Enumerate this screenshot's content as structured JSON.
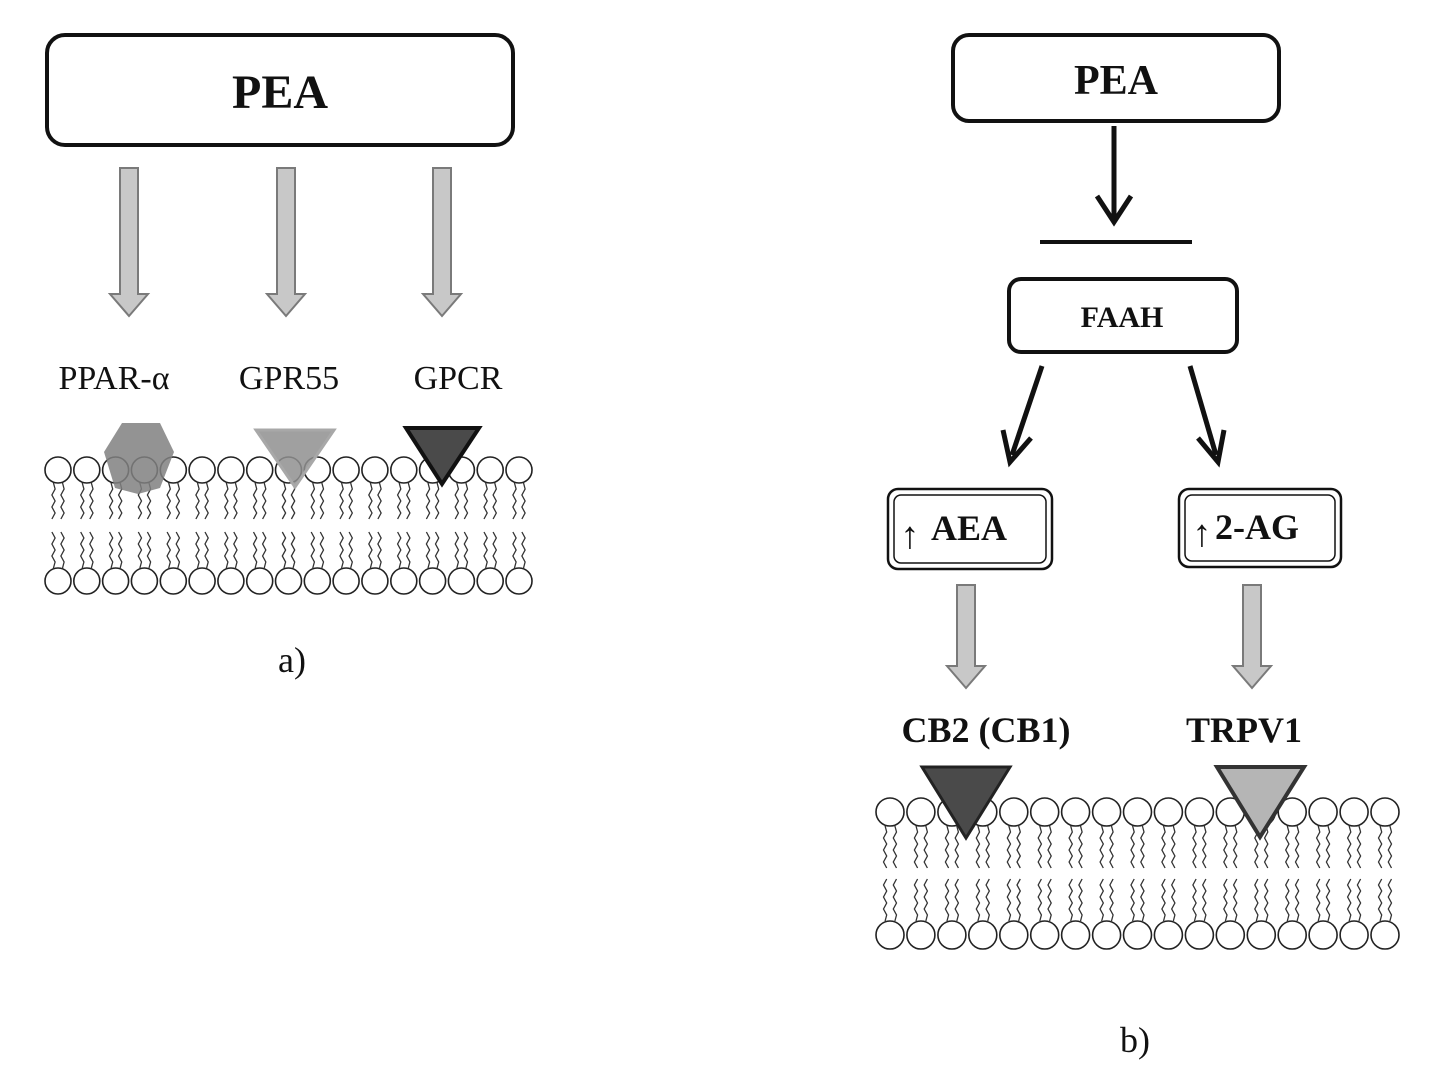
{
  "panel_a": {
    "source_label": "PEA",
    "receptors": [
      {
        "label": "PPAR-α",
        "shape": "circle",
        "color": "#808080"
      },
      {
        "label": "GPR55",
        "shape": "triangle",
        "color": "#8f8f8f"
      },
      {
        "label": "GPCR",
        "shape": "triangle",
        "color": "#4a4a4a"
      }
    ],
    "caption": "a)"
  },
  "panel_b": {
    "source_label": "PEA",
    "enzyme_label": "FAAH",
    "metabolites": [
      {
        "arrow": "↑",
        "label": "AEA"
      },
      {
        "arrow": "↑",
        "label": "2-AG"
      }
    ],
    "targets": [
      {
        "label": "CB2 (CB1)",
        "color": "#4a4a4a"
      },
      {
        "label": "TRPV1",
        "color": "#b5b5b5"
      }
    ],
    "caption": "b)"
  },
  "colors": {
    "gray_arrow": "#c8c8c8",
    "outline": "#222222"
  }
}
